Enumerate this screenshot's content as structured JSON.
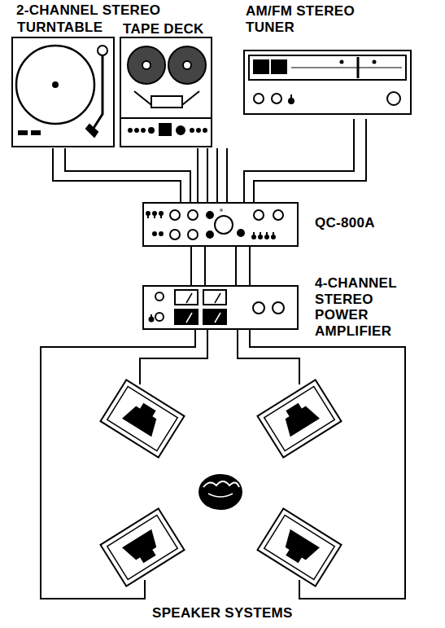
{
  "diagram": {
    "nodes": [
      {
        "text": [
          "TURNTABLE"
        ]
      },
      {
        "text": [
          "TAPE DECK"
        ]
      },
      {
        "text": [
          "AM/FM STEREO TUNER"
        ]
      },
      {
        "text": [
          "QC-800A"
        ]
      },
      {
        "text": [
          "4-CHANNEL STEREO POWER AMPLIFIER"
        ]
      }
    ],
    "edges": [
      {
        "from": 0,
        "to": 3,
        "arrow": "none"
      },
      {
        "from": 1,
        "to": 3,
        "arrow": "none"
      },
      {
        "from": 2,
        "to": 3,
        "arrow": "none"
      },
      {
        "from": 3,
        "to": 4,
        "arrow": "none"
      }
    ],
    "labels": [
      "2-CHANNEL STEREO",
      "SPEAKER SYSTEMS"
    ]
  }
}
